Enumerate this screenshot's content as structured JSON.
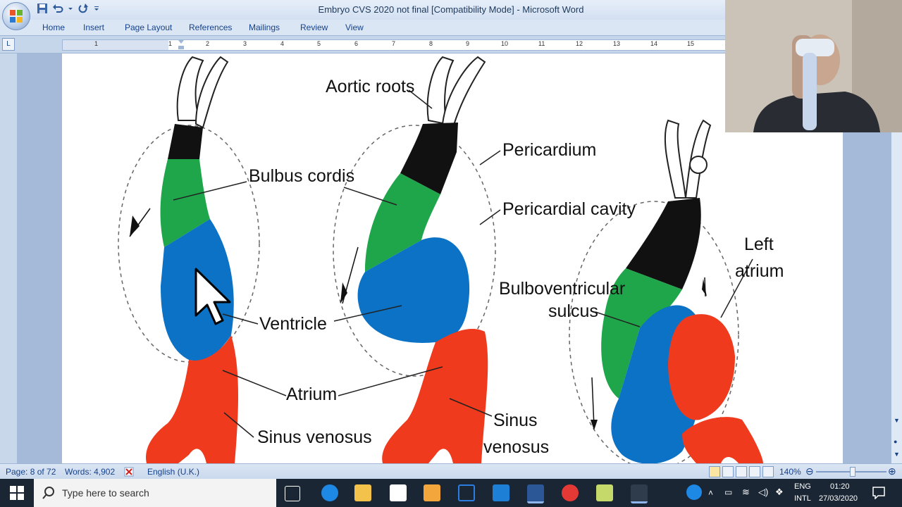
{
  "window": {
    "title": "Embryo CVS 2020 not final [Compatibility Mode] - Microsoft Word"
  },
  "ribbon": {
    "tabs": [
      "Home",
      "Insert",
      "Page Layout",
      "References",
      "Mailings",
      "Review",
      "View"
    ]
  },
  "ruler": {
    "corner": "L",
    "numbers": [
      "1",
      "1",
      "2",
      "3",
      "4",
      "5",
      "6",
      "7",
      "8",
      "9",
      "10",
      "11",
      "12",
      "13",
      "14",
      "15"
    ]
  },
  "figure": {
    "labels": {
      "aortic_roots": "Aortic roots",
      "pericardium": "Pericardium",
      "bulbus_cordis": "Bulbus cordis",
      "pericardial_cavity": "Pericardial cavity",
      "left": "Left",
      "atrium_right": "atrium",
      "bulboventricular": "Bulboventricular",
      "sulcus": "sulcus",
      "ventricle": "Ventricle",
      "atrium": "Atrium",
      "sinus_venosus": "Sinus venosus",
      "sinus": "Sinus",
      "venosus": "venosus"
    },
    "colors": {
      "black": "#111111",
      "green": "#1fa64a",
      "blue": "#0b72c6",
      "red": "#ef3a1d"
    }
  },
  "statusbar": {
    "page": "Page: 8 of 72",
    "words": "Words: 4,902",
    "language": "English (U.K.)",
    "zoom": "140%"
  },
  "taskbar": {
    "search_placeholder": "Type here to search",
    "lang_top": "ENG",
    "lang_bottom": "INTL",
    "time": "01:20",
    "date": "27/03/2020"
  }
}
